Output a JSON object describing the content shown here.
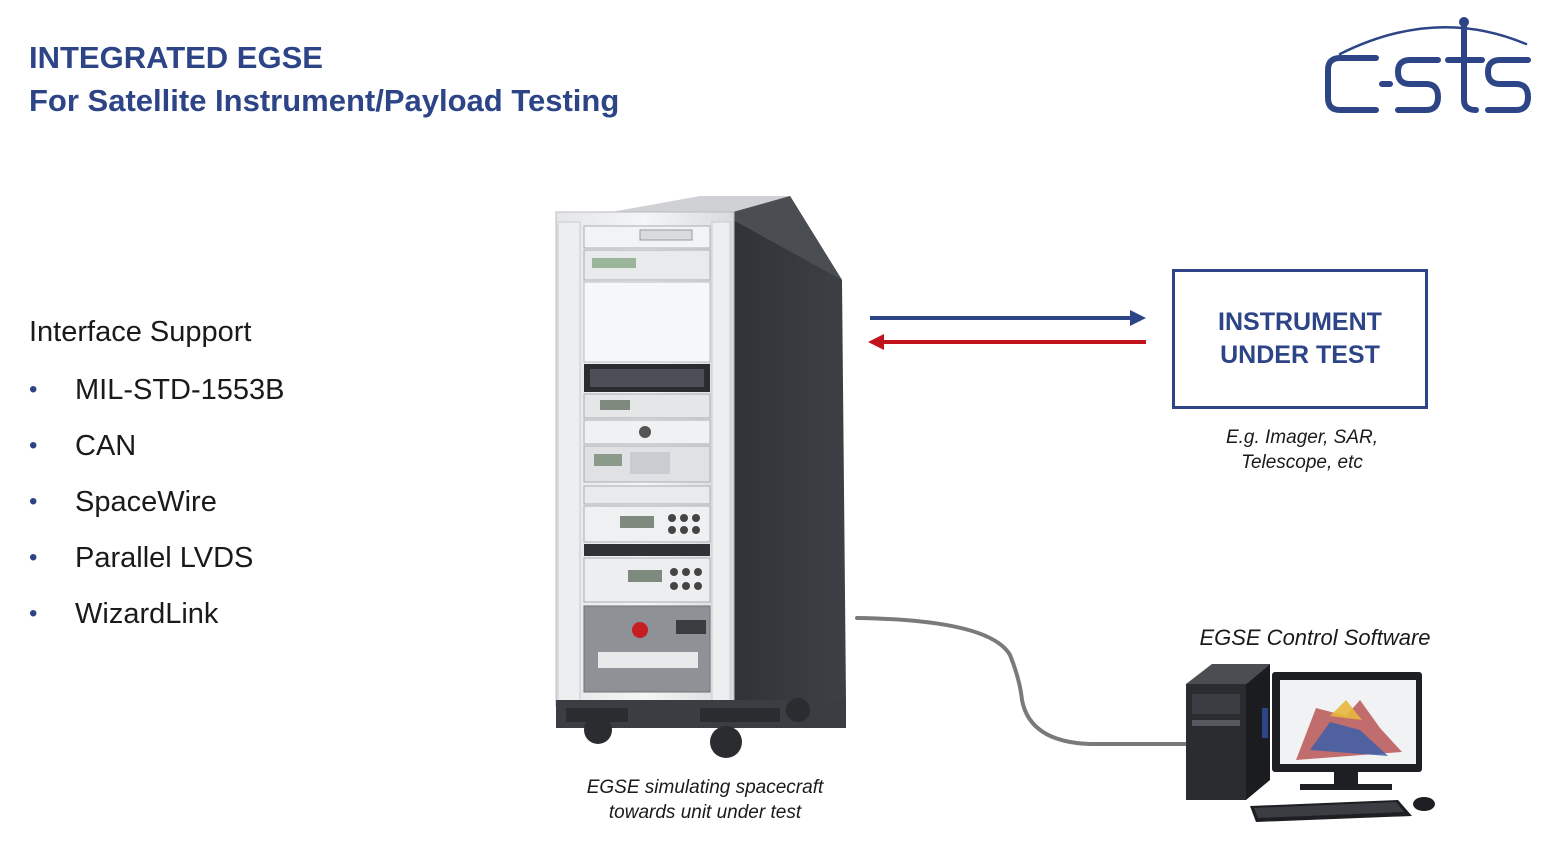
{
  "header": {
    "title_line1": "INTEGRATED EGSE",
    "title_line2": "For Satellite Instrument/Payload Testing"
  },
  "logo": {
    "text": "c-sts",
    "color": "#2d4587"
  },
  "interface_support": {
    "heading": "Interface Support",
    "items": [
      "MIL-STD-1553B",
      "CAN",
      "SpaceWire",
      "Parallel LVDS",
      "WizardLink"
    ]
  },
  "instrument_box": {
    "line1": "INSTRUMENT",
    "line2": "UNDER TEST",
    "caption_line1": "E.g. Imager, SAR,",
    "caption_line2": "Telescope, etc"
  },
  "control_software": {
    "caption": "EGSE Control Software"
  },
  "egse_rack": {
    "caption_line1": "EGSE simulating spacecraft",
    "caption_line2": "towards unit under test"
  },
  "colors": {
    "brand_blue": "#2d4587",
    "arrow_to_instrument": "#2d4587",
    "arrow_from_instrument": "#c0131c",
    "cable": "#7a7a7a"
  }
}
